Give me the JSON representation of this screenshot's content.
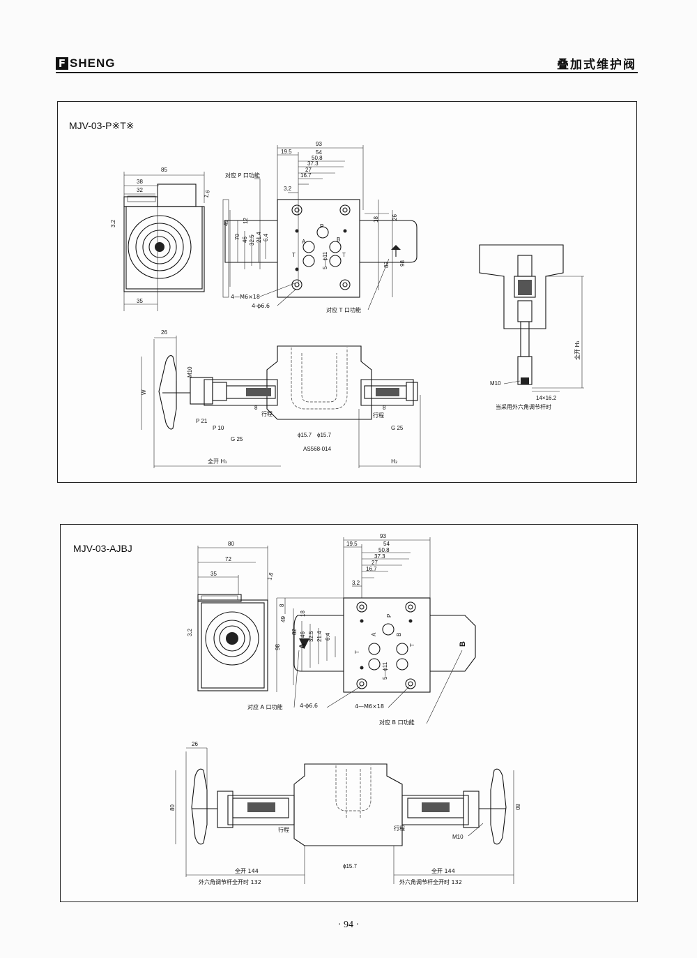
{
  "header": {
    "logo_mark": "F",
    "logo_text": "SHENG",
    "title": "叠加式维护阀"
  },
  "figure1": {
    "model": "MJV-03-P※T※",
    "dims": {
      "d93": "93",
      "d19_5": "19.5",
      "d54": "54",
      "d50_8": "50.8",
      "d37_3": "37.3",
      "d27": "27",
      "d16_7": "16.7",
      "d3_2": "3.2",
      "d85": "85",
      "d38": "38",
      "d32": "32",
      "d35": "35",
      "d1_6": "1.6",
      "d3_2b": "3.2",
      "d49": "49",
      "d12": "12",
      "d70": "70",
      "d46": "46",
      "d32_5": "32.5",
      "d21_4": "21.4",
      "d6_4": "6.4",
      "d18": "18",
      "d26": "26",
      "d82": "82",
      "d98": "98",
      "d26b": "26",
      "w": "W",
      "m10": "M10",
      "p21": "P 21",
      "p10": "P 10",
      "g25": "G 25",
      "g25b": "G 25",
      "d8": "8",
      "d8b": "8",
      "d15_7a": "ϕ15.7",
      "d15_7b": "ϕ15.7",
      "as568": "AS568-014",
      "m10b": "M10",
      "d14x16": "14×16.2"
    },
    "ports": {
      "p": "P",
      "b": "B",
      "a": "A",
      "t1": "T",
      "t2": "T"
    },
    "labels": {
      "p_func": "对应 P 口功能",
      "t_func": "对应 T 口功能",
      "m6": "4—M6×18",
      "hole": "4-ϕ6.6",
      "holes5": "5—ϕ11",
      "stroke1": "行程",
      "stroke2": "行程",
      "full_open_h1": "全开 H₁",
      "h2": "H₂",
      "full_open_h1_v": "全开 H₁",
      "hex_note": "当采用外六角调节杆时"
    }
  },
  "figure2": {
    "model": "MJV-03-AJBJ",
    "dims": {
      "d93": "93",
      "d19_5": "19.5",
      "d54": "54",
      "d50_8": "50.8",
      "d37_3": "37.3",
      "d27": "27",
      "d16_7": "16.7",
      "d3_2": "3.2",
      "d80": "80",
      "d72": "72",
      "d35": "35",
      "d1_6": "1.6",
      "d3_2b": "3.2",
      "d8": "8",
      "d49": "49",
      "d18": "18",
      "d82": "82",
      "d46": "46",
      "d32_5": "32.5",
      "d21_4": "21.4",
      "d6_4": "6.4",
      "d98": "98",
      "d26": "26",
      "d80b": "80",
      "d80c": "80",
      "m10": "M10",
      "d15_7": "ϕ15.7",
      "full_open_l": "全开 144",
      "full_open_r": "全开 144"
    },
    "ports": {
      "p": "P",
      "b": "B",
      "a": "A",
      "t1": "T",
      "t2": "T",
      "big_a": "A",
      "big_b": "B"
    },
    "labels": {
      "a_func": "对应 A 口功能",
      "b_func": "对应 B 口功能",
      "hole": "4-ϕ6.6",
      "m6": "4—M6×18",
      "holes5": "5—ϕ11",
      "stroke1": "行程",
      "stroke2": "行程",
      "hex_l": "外六角调节杆全开时  132",
      "hex_r": "外六角调节杆全开时  132"
    }
  },
  "page_number": "· 94 ·"
}
